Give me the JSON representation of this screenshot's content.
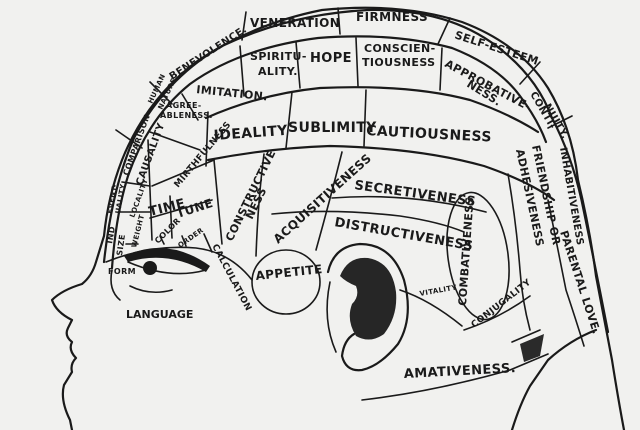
{
  "regions": {
    "veneration": "VENERATION",
    "firmness": "FIRMNESS",
    "self_esteem": "SELF-ESTEEM",
    "benevolence": "BENEVOLENCE.",
    "spirituality_1": "SPIRITU-",
    "spirituality_2": "ALITY.",
    "hope": "HOPE",
    "conscientiousness_1": "CONSCIEN-",
    "conscientiousness_2": "TIOUSNESS",
    "approbativeness_1": "APPROBATIVE-",
    "approbativeness_2": "NESS.",
    "continuity_1": "CONTI-",
    "continuity_2": "NUITY.",
    "human_nature_1": "HUMAN",
    "human_nature_2": "NATURE",
    "imitation": "IMITATION.",
    "agreeableness_1": "AGREE-",
    "agreeableness_2": "ABLENESS.",
    "comparison": "COMPARISON",
    "causality": "CAUSALITY",
    "ideality": "IDEALITY",
    "sublimity": "SUBLIMITY",
    "cautiousness": "CAUTIOUSNESS",
    "inhabitiveness": "INHABITIVENESS",
    "friendship_1": "FRIENDSHIP OR",
    "friendship_2": "ADHESIVENESS",
    "eventuality_1": "EVENT-",
    "eventuality_2": "UALITY",
    "locality": "LOCALITY",
    "mirthfulness": "MIRTHFULNESS",
    "time": "TIME",
    "tune": "TUNE",
    "constructiveness_1": "CONSTRUCTIVE",
    "constructiveness_2": "NESS",
    "acquisitiveness": "ACQUISITIVENESS",
    "secretiveness": "SECRETIVENESS",
    "destructiveness": "DISTRUCTIVENESS",
    "combativeness": "COMBATIVENESS",
    "parental_love": "PARENTAL LOVE.",
    "individuality": "IND",
    "size": "SIZE",
    "weight": "WEIGHT",
    "color": "COLOR",
    "order": "ORDER",
    "calculation": "CALCULATION",
    "form": "FORM",
    "appetite": "APPETITE",
    "vitality": "VITALITY",
    "conjugality": "CONJUGALITY",
    "amativeness": "AMATIVENESS.",
    "language": "LANGUAGE"
  }
}
